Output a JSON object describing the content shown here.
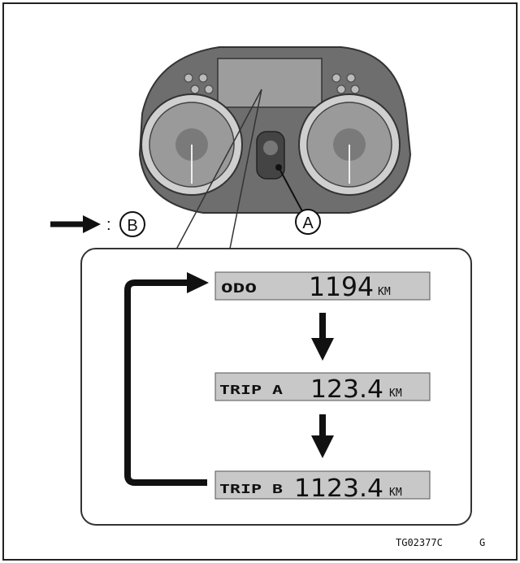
{
  "callouts": {
    "a": "A",
    "b": "B",
    "b_prefix": ":"
  },
  "displays": [
    {
      "label": "ODO",
      "value": "1194",
      "unit": "KM"
    },
    {
      "label": "TRIP A",
      "value": "123.4",
      "unit": "KM"
    },
    {
      "label": "TRIP B",
      "value": "1123.4",
      "unit": "KM"
    }
  ],
  "figure_code": "TG02377C",
  "figure_suffix": "G",
  "colors": {
    "lcd_fill": "#c8c8c8",
    "panel_fill": "#6e6e6e",
    "gauge_face": "#9a9a9a",
    "arrow": "#111111"
  }
}
